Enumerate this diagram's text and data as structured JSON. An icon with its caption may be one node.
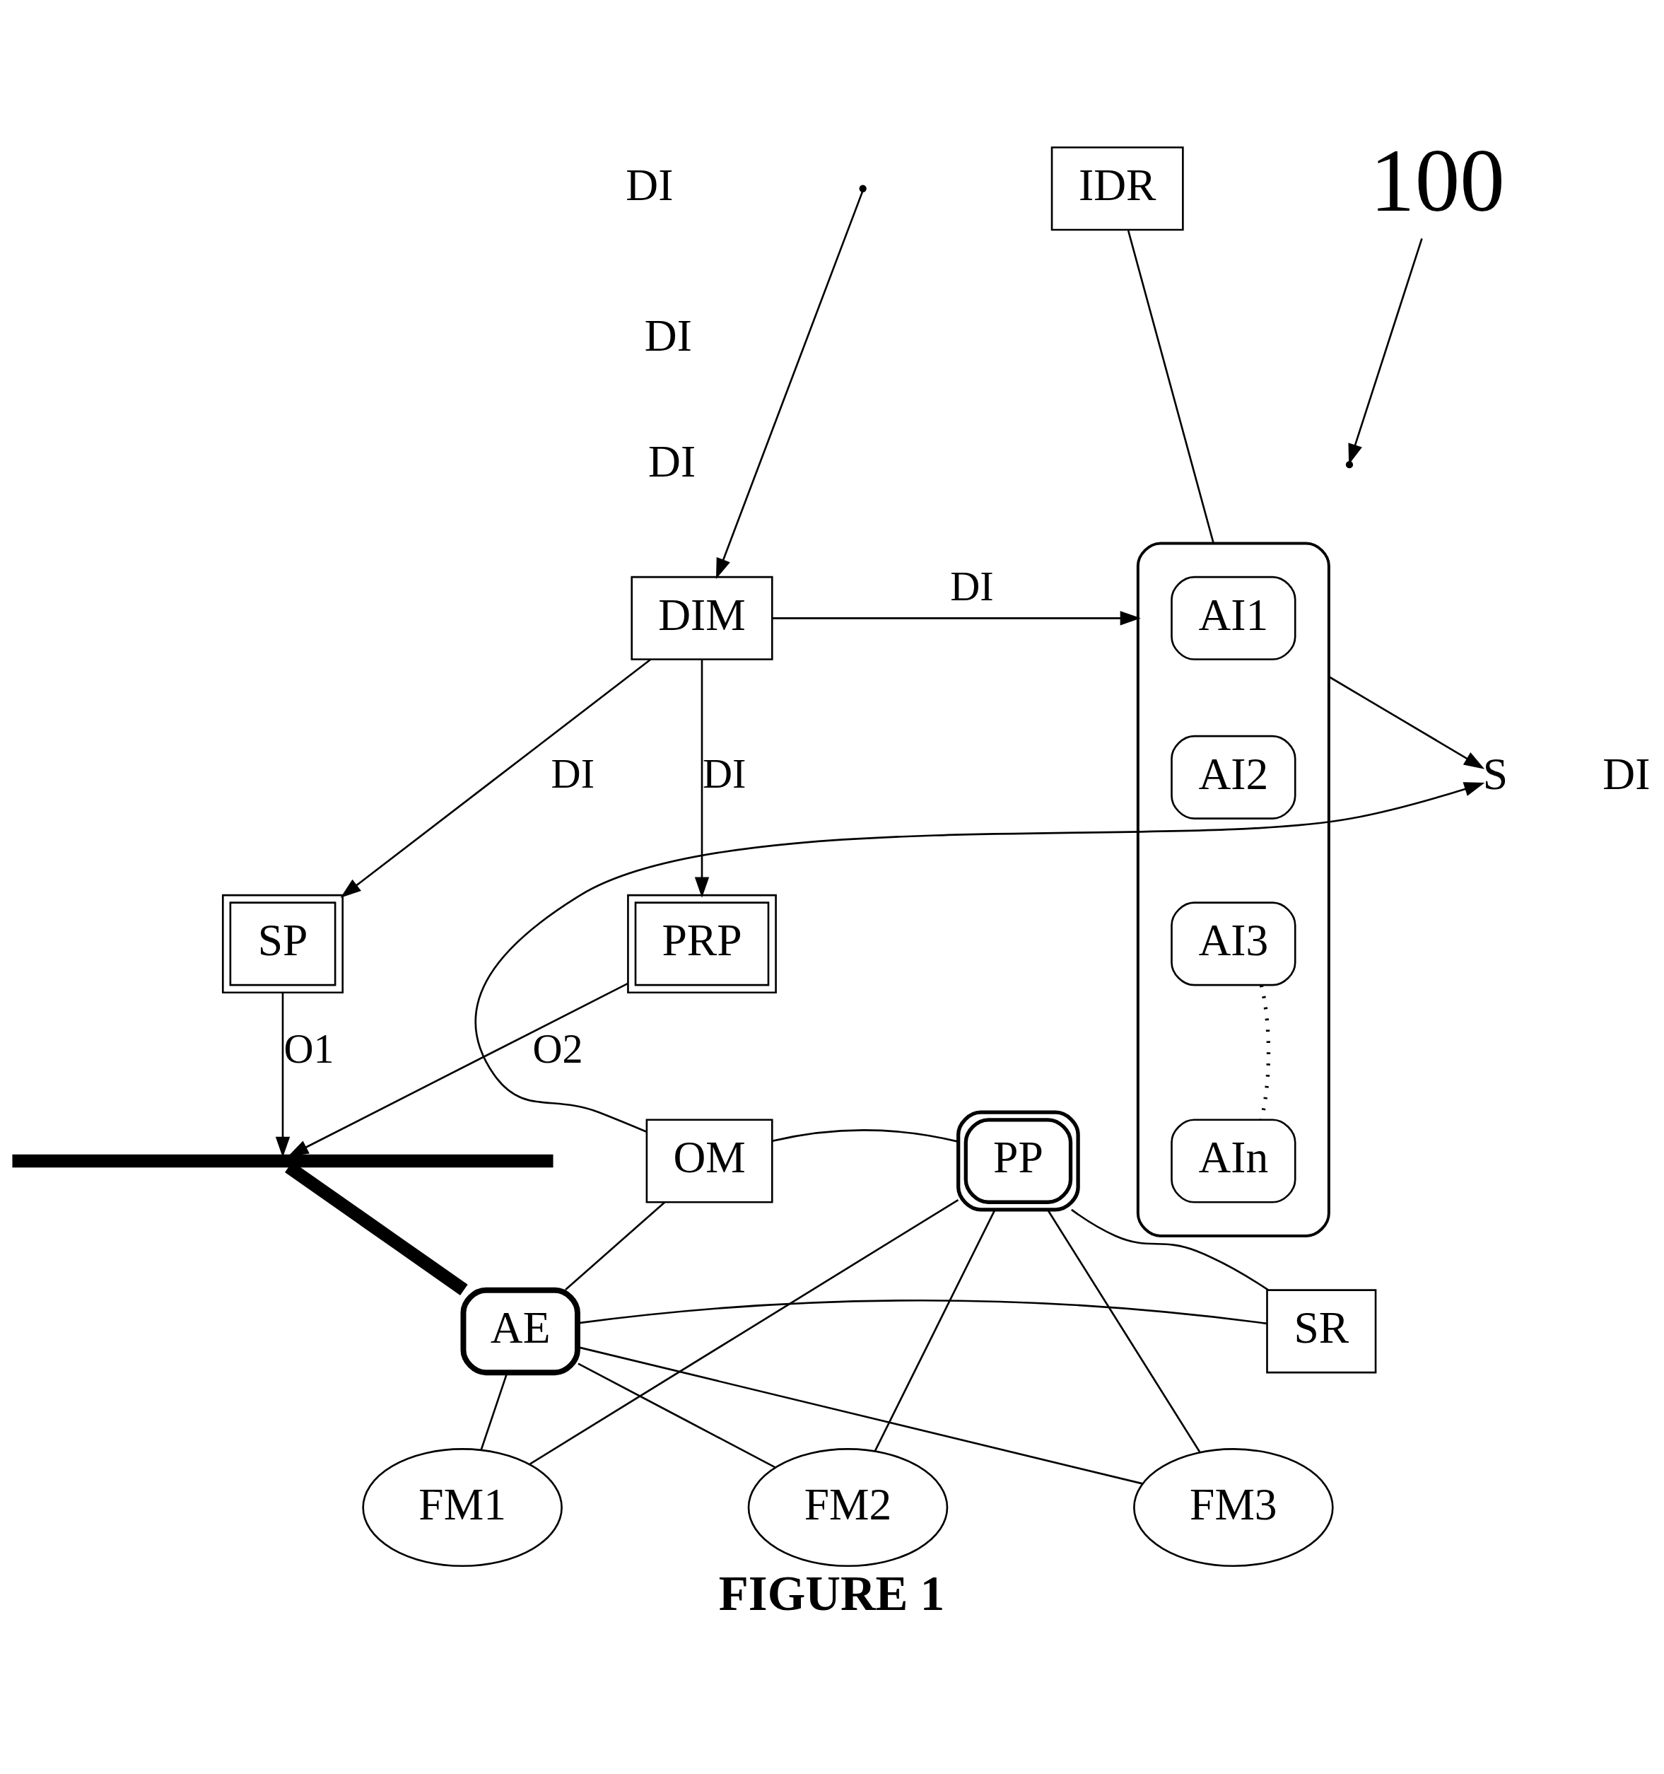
{
  "diagram": {
    "caption": "FIGURE 1",
    "nodes": [
      {
        "text": [
          "IDR"
        ]
      },
      {
        "text": [
          "100"
        ]
      },
      {
        "text": [
          "DIM"
        ]
      },
      {
        "text": [],
        "shape": "box"
      },
      {
        "text": [
          "AI1"
        ],
        "in": 3
      },
      {
        "text": [
          "AI2"
        ],
        "in": 3
      },
      {
        "text": [
          "AI3"
        ],
        "in": 3
      },
      {
        "text": [
          "AIn"
        ],
        "in": 3
      },
      {
        "text": [
          "S"
        ]
      },
      {
        "text": [
          "SP"
        ]
      },
      {
        "text": [
          "PRP"
        ]
      },
      {
        "text": [
          "OM"
        ]
      },
      {
        "text": [
          "PP"
        ]
      },
      {
        "text": [],
        "shape": "bar"
      },
      {
        "text": [
          "AE"
        ]
      },
      {
        "text": [
          "SR"
        ]
      },
      {
        "text": [
          "FM1"
        ]
      },
      {
        "text": [
          "FM2"
        ]
      },
      {
        "text": [
          "FM3"
        ]
      }
    ],
    "edges": [
      {
        "from": 1,
        "to": null,
        "arrow": "to"
      },
      {
        "from": null,
        "to": 2,
        "arrow": "to"
      },
      {
        "from": 2,
        "to": 3,
        "arrow": "to",
        "label": "DI"
      },
      {
        "from": 2,
        "to": 9,
        "arrow": "to",
        "label": "DI"
      },
      {
        "from": 2,
        "to": 10,
        "arrow": "to",
        "label": "DI"
      },
      {
        "from": 0,
        "to": 3,
        "arrow": "none"
      },
      {
        "from": 6,
        "to": 7,
        "arrow": "none",
        "style": "dashed"
      },
      {
        "from": 3,
        "to": 8,
        "arrow": "to"
      },
      {
        "from": 11,
        "to": 8,
        "arrow": "to"
      },
      {
        "from": 9,
        "to": 13,
        "arrow": "to",
        "label": "O1"
      },
      {
        "from": 10,
        "to": 13,
        "arrow": "to",
        "label": "O2"
      },
      {
        "from": 11,
        "to": 12,
        "arrow": "none"
      },
      {
        "from": 11,
        "to": 14,
        "arrow": "none"
      },
      {
        "from": 13,
        "to": 14,
        "arrow": "none",
        "style": "thick"
      },
      {
        "from": 12,
        "to": 15,
        "arrow": "none"
      },
      {
        "from": 14,
        "to": 15,
        "arrow": "none"
      },
      {
        "from": 14,
        "to": 16,
        "arrow": "none"
      },
      {
        "from": 14,
        "to": 17,
        "arrow": "none"
      },
      {
        "from": 14,
        "to": 18,
        "arrow": "none"
      },
      {
        "from": 12,
        "to": 16,
        "arrow": "none"
      },
      {
        "from": 12,
        "to": 17,
        "arrow": "none"
      },
      {
        "from": 12,
        "to": 18,
        "arrow": "none"
      }
    ],
    "labels": [
      "DI",
      "DI",
      "DI",
      "DI"
    ]
  }
}
